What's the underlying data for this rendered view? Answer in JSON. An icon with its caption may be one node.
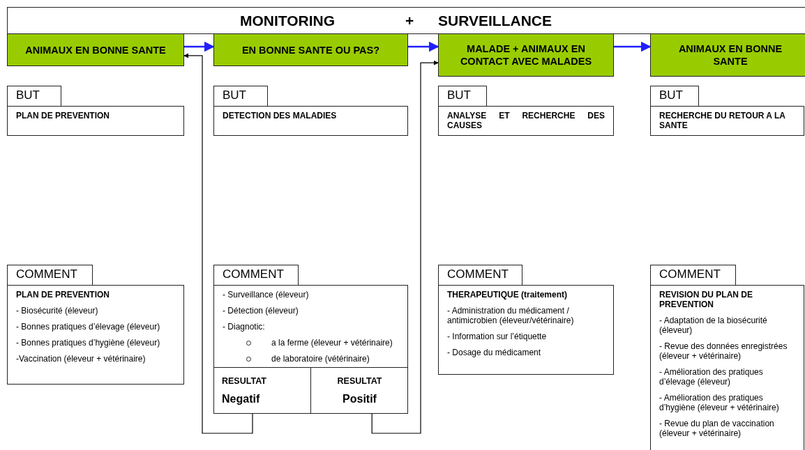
{
  "diagram": {
    "nodes": [
      {
        "text": [
          "MONITORING",
          "+",
          "SURVEILLANCE"
        ]
      },
      {
        "text": [
          "ANIMAUX EN BONNE SANTE"
        ]
      },
      {
        "text": [
          "EN BONNE SANTE OU PAS?"
        ]
      },
      {
        "text": [
          "MALADE + ANIMAUX EN CONTACT AVEC MALADES"
        ]
      },
      {
        "text": [
          "ANIMAUX EN BONNE SANTE"
        ]
      },
      {
        "text": [
          "BUT",
          "PLAN DE PREVENTION"
        ]
      },
      {
        "text": [
          "BUT",
          "DETECTION DES MALADIES"
        ]
      },
      {
        "text": [
          "BUT",
          "ANALYSE ET RECHERCHE DES CAUSES"
        ]
      },
      {
        "text": [
          "BUT",
          "RECHERCHE DU RETOUR A LA SANTE"
        ]
      },
      {
        "text": [
          "COMMENT",
          "PLAN DE PREVENTION",
          "- Biosécurité (éleveur)",
          "- Bonnes pratiques d’élevage (éleveur)",
          "- Bonnes pratiques d’hygiène (éleveur)",
          "-Vaccination (éleveur + vétérinaire)"
        ]
      },
      {
        "text": [
          "COMMENT",
          "- Surveillance (éleveur)",
          "- Détection (éleveur)",
          "- Diagnotic:",
          "a la ferme (éleveur + vétérinaire)",
          "de laboratoire (vétérinaire)"
        ]
      },
      {
        "text": [
          "RESULTAT",
          "Negatif"
        ],
        "in": 10
      },
      {
        "text": [
          "RESULTAT",
          "Positif"
        ],
        "in": 10
      },
      {
        "text": [
          "COMMENT",
          "THERAPEUTIQUE (traitement)",
          "- Administration du médicament / antimicrobien (éleveur/vétérinaire)",
          "- Information sur l’étiquette",
          "- Dosage du médicament"
        ]
      },
      {
        "text": [
          "COMMENT",
          "REVISION DU PLAN DE PREVENTION",
          "- Adaptation de la biosécurité (éleveur)",
          "- Revue des données enregistrées (éleveur + vétérinaire)",
          "- Amélioration des pratiques d’élevage (éleveur)",
          "- Amélioration des pratiques d’hygiène (éleveur + vétérinaire)",
          "- Revue du plan de vaccination (éleveur + vétérinaire)"
        ]
      }
    ],
    "edges": [
      {
        "from": 1,
        "to": 2,
        "arrow": "to"
      },
      {
        "from": 2,
        "to": 3,
        "arrow": "to"
      },
      {
        "from": 3,
        "to": 4,
        "arrow": "to"
      },
      {
        "from": 11,
        "to": 1,
        "arrow": "to",
        "color": "#000000"
      },
      {
        "from": 12,
        "to": 3,
        "arrow": "to",
        "color": "#000000"
      }
    ]
  }
}
